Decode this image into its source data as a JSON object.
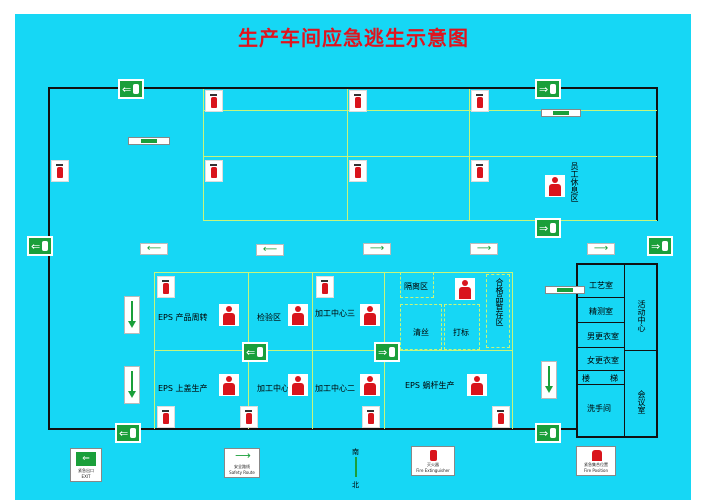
{
  "title": "生产车间应急逃生示意图",
  "rooms": {
    "staff_rest": "员工休息区",
    "eps_turnover": "EPS 产品周转",
    "inspection": "检验区",
    "machining_3": "加工中心三",
    "isolation": "隔离区",
    "qualified_temp": "合格品暂存区",
    "cleaning": "清丝",
    "marking": "打标",
    "eps_cover": "EPS 上盖生产",
    "machining_1": "加工中心一",
    "machining_2": "加工中心二",
    "eps_screw": "EPS 蜗杆生产",
    "craft": "工艺室",
    "precision": "精测室",
    "male_locker": "男更衣室",
    "female_locker": "女更衣室",
    "stairs_1": "楼",
    "stairs_2": "梯",
    "washroom": "洗手间",
    "activity_center": "活动中心",
    "meeting_room": "会议室"
  },
  "compass": {
    "south": "南",
    "north": "北"
  },
  "legend": {
    "safe_exit_1": "紧急出口",
    "safe_exit_2": "EXIT",
    "route": "安全路线",
    "route_en": "Safety Route",
    "extinguisher": "灭火器",
    "extinguisher_en": "Fire Extinguisher",
    "assembly": "紧急集合位置",
    "assembly_en": "Fire Position"
  },
  "colors": {
    "background": "#16d7f5",
    "title": "#e0141e",
    "zone_line": "#c7f57a",
    "exit_green": "#1a9f3a",
    "fire_red": "#d9141c"
  },
  "icons": [
    "fire-extinguisher-icon",
    "exit-sign-icon",
    "direction-arrow-icon",
    "person-icon"
  ]
}
